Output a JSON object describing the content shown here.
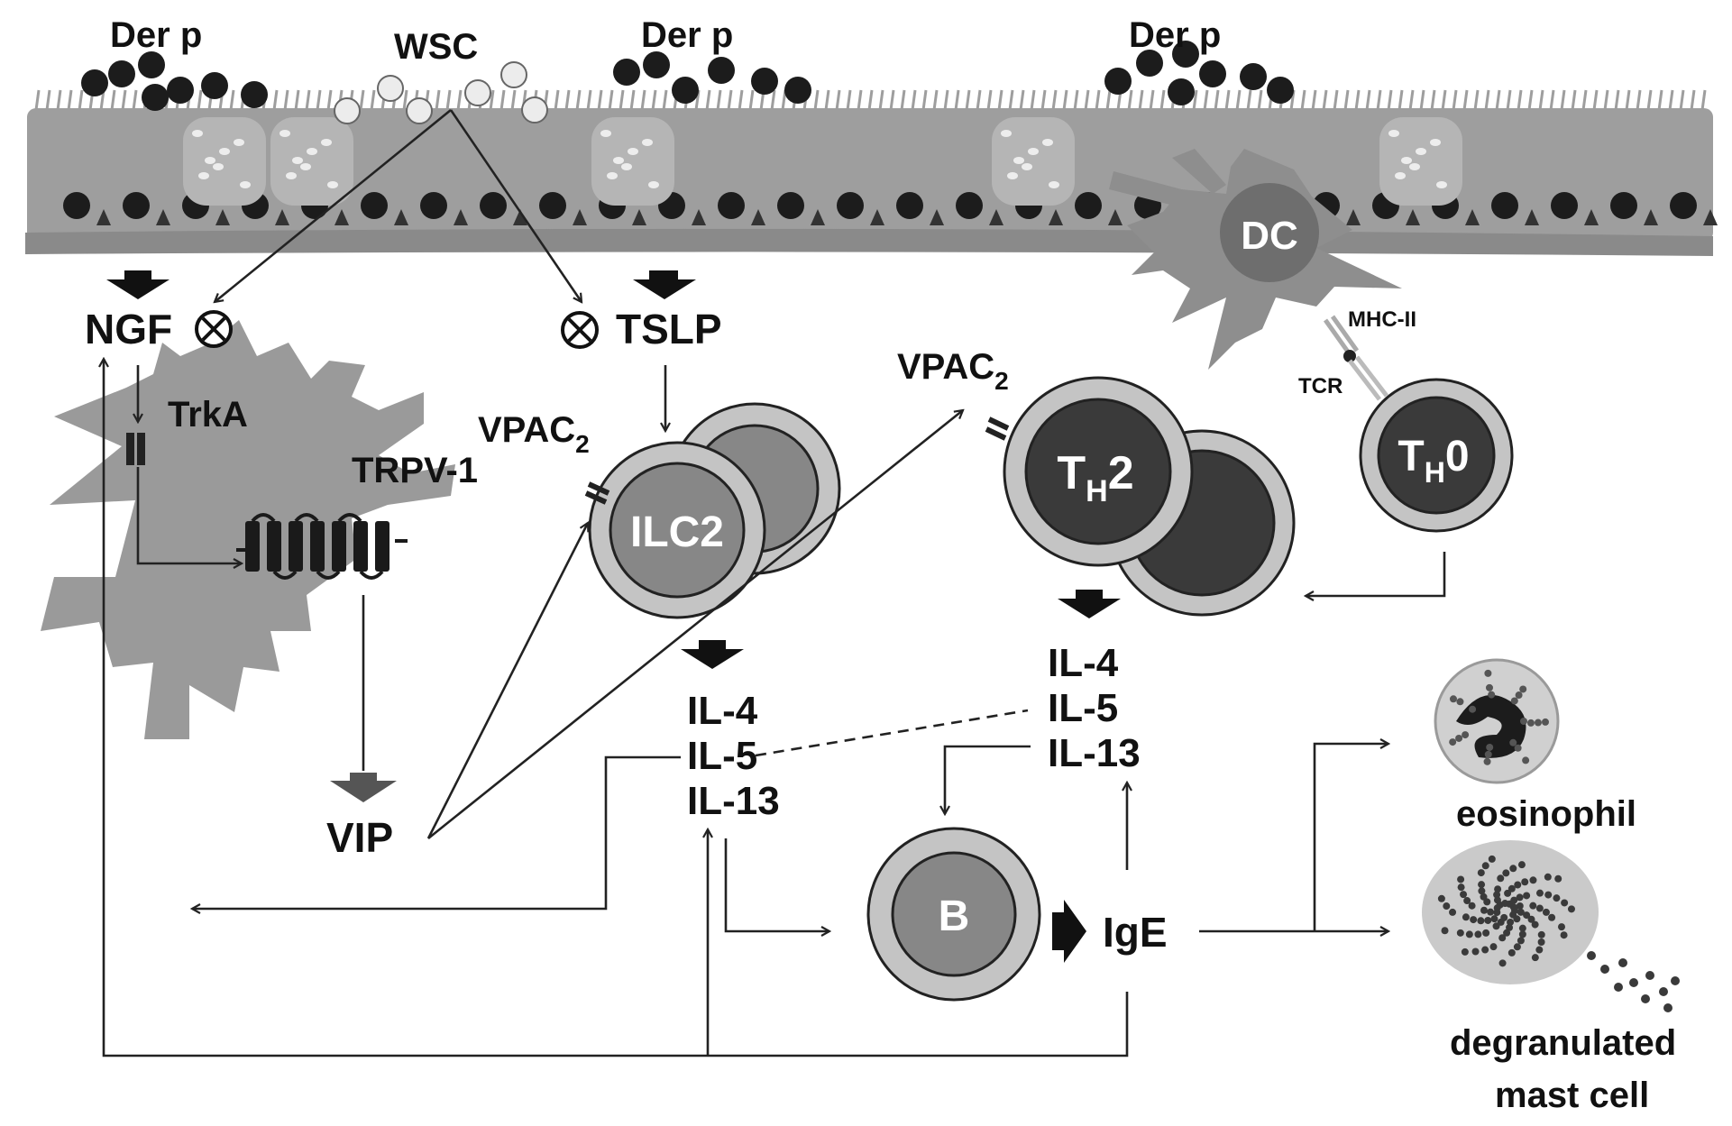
{
  "labels": {
    "der_p_1": "Der p",
    "wsc": "WSC",
    "der_p_2": "Der p",
    "der_p_3": "Der p",
    "dc": "DC",
    "ngf": "NGF",
    "tslp": "TSLP",
    "mhc_ii": "MHC-II",
    "tcr": "TCR",
    "trka": "TrkA",
    "trpv1": "TRPV-1",
    "vpac2_ilc": "VPAC",
    "vpac2_ilc_sub": "2",
    "vpac2_th": "VPAC",
    "vpac2_th_sub": "2",
    "ilc2": "ILC2",
    "th2_main": "T",
    "th2_sub": "H",
    "th2_end": "2",
    "th0_main": "T",
    "th0_sub": "H",
    "th0_end": "0",
    "vip": "VIP",
    "ilc_cytokines": [
      "IL-4",
      "IL-5",
      "IL-13"
    ],
    "th2_cytokines": [
      "IL-4",
      "IL-5",
      "IL-13"
    ],
    "b_cell": "B",
    "ige": "IgE",
    "eosinophil": "eosinophil",
    "mast_cell_line1": "degranulated",
    "mast_cell_line2": "mast cell"
  },
  "colors": {
    "epithelium": "#9e9e9e",
    "cell_outer": "#c4c4c4",
    "cell_mid": "#878787",
    "th_inner": "#3a3a3a",
    "neuron": "#9a9a9a",
    "der_p_particle": "#1c1c1c",
    "wsc_particle": "#ececec"
  }
}
